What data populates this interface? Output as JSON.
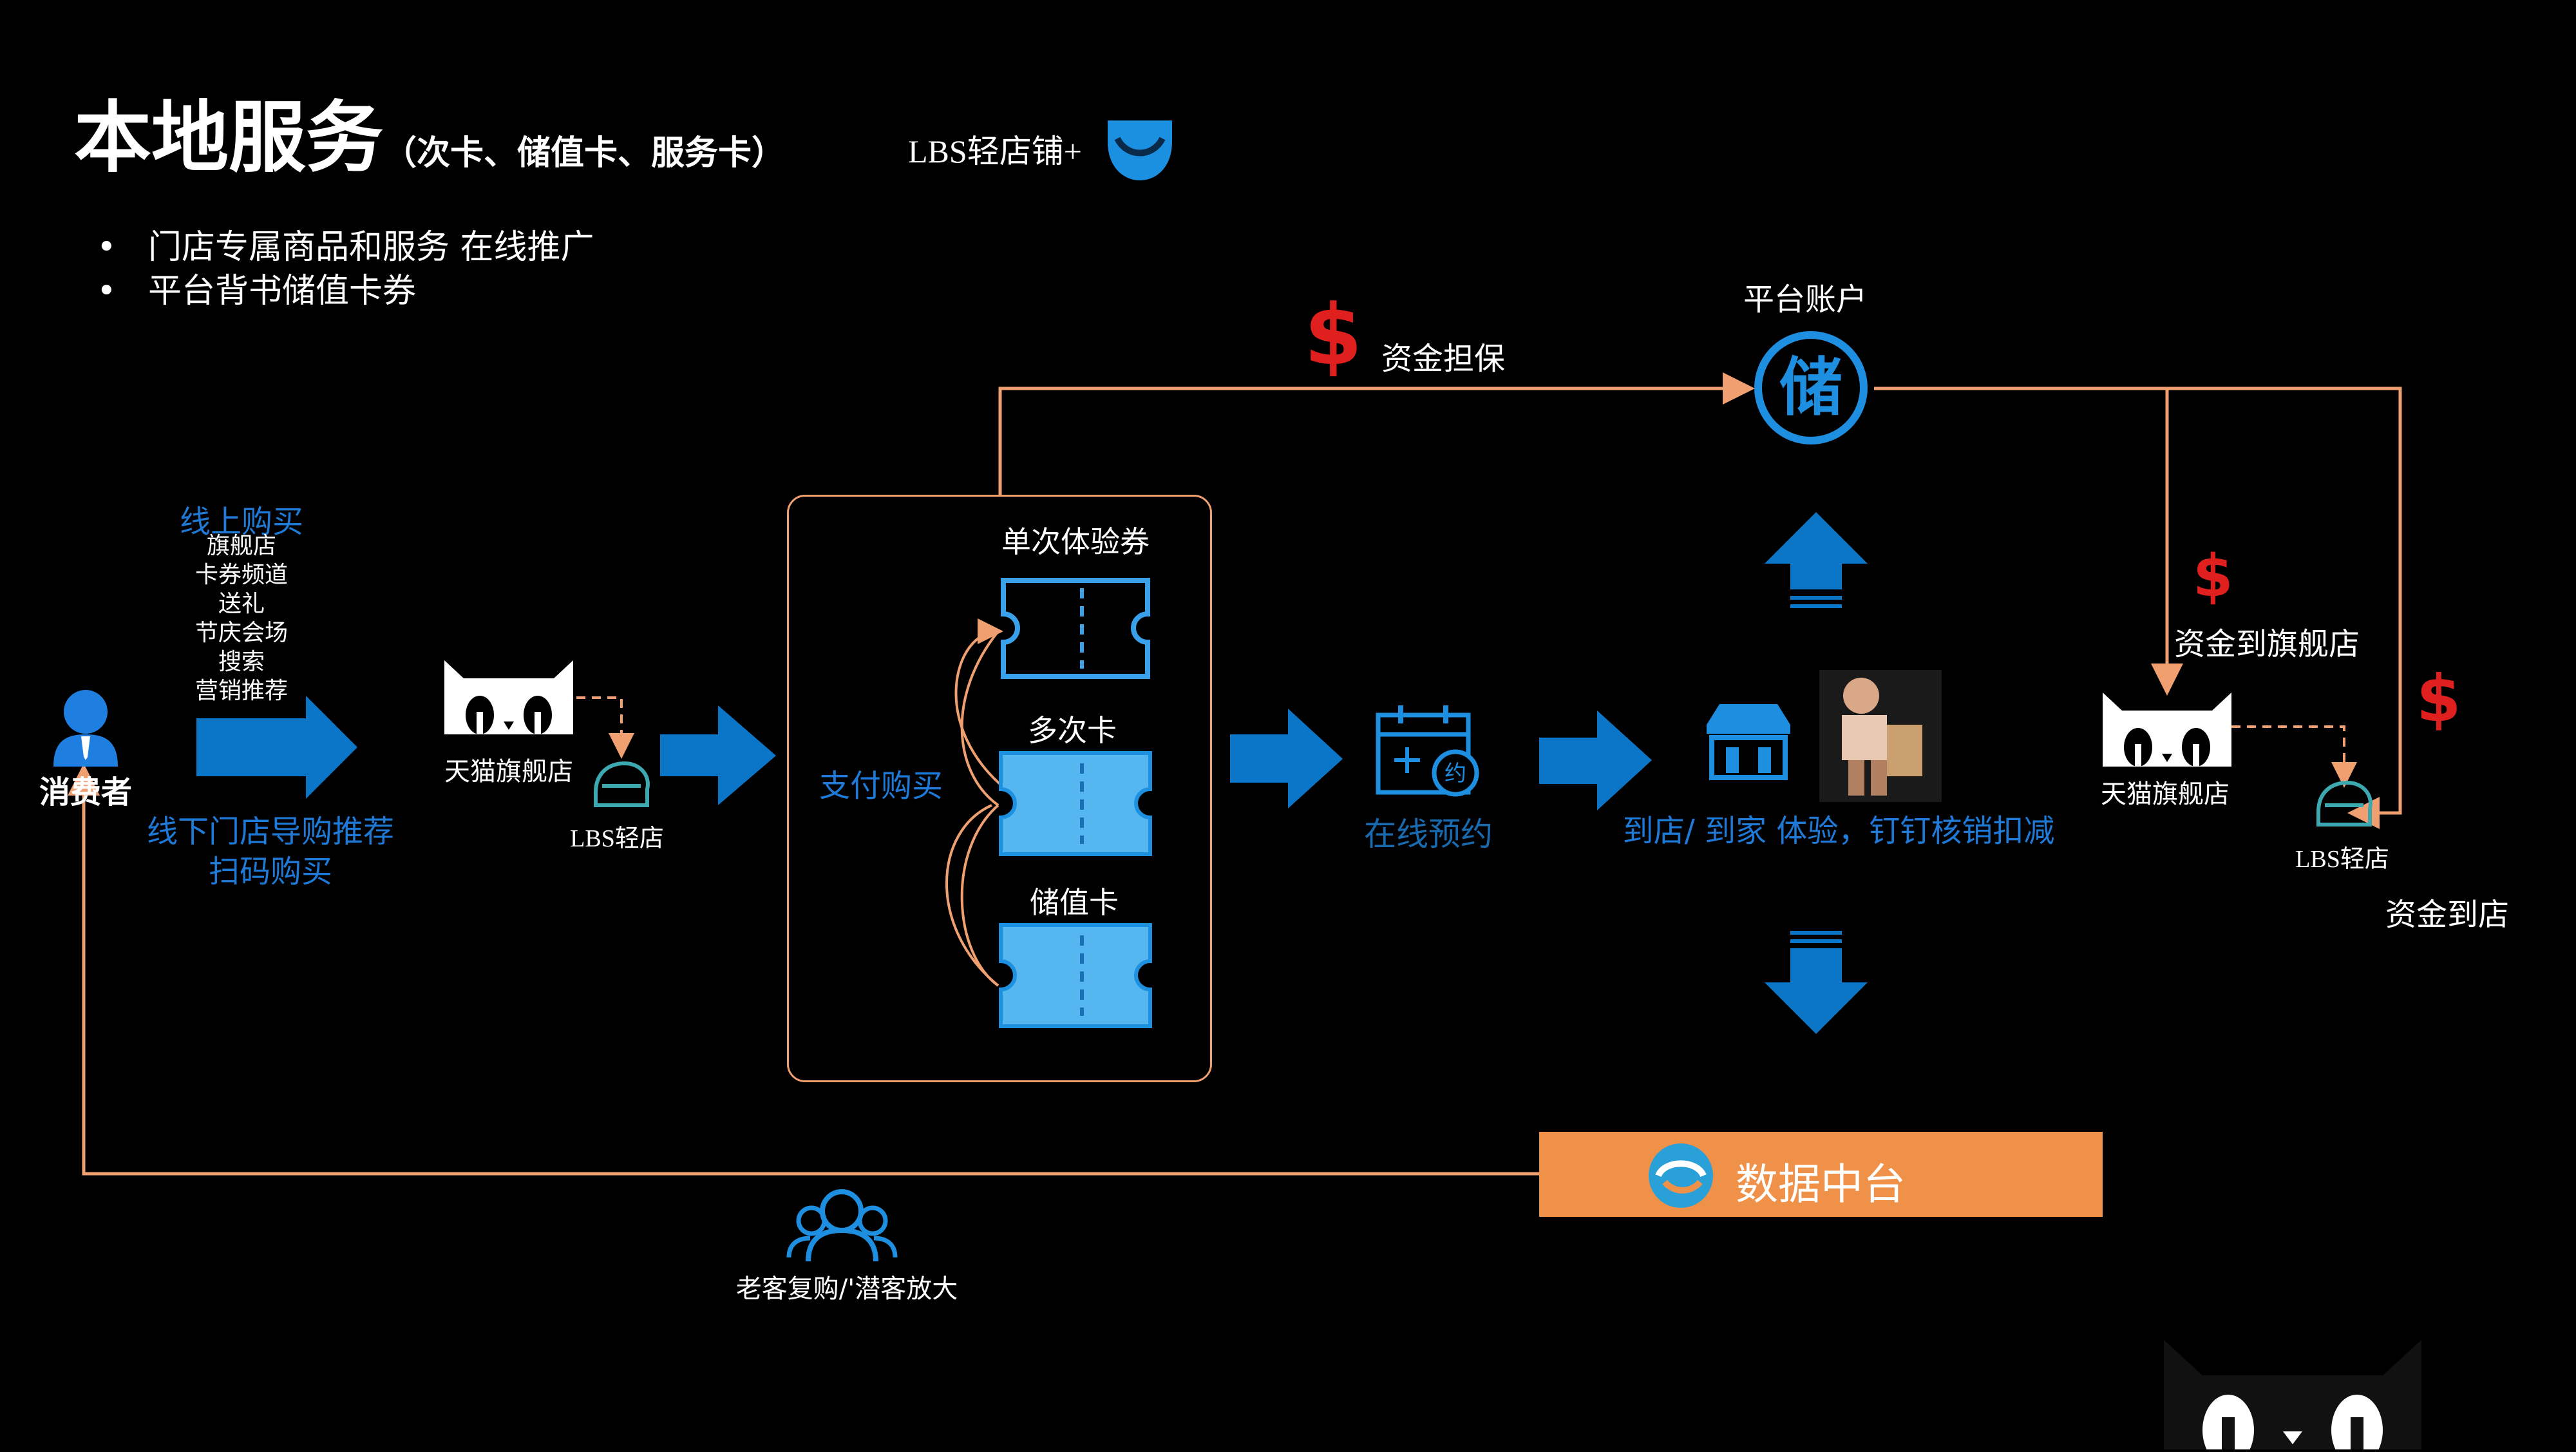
{
  "title": {
    "main": "本地服务",
    "sub": "（次卡、储值卡、服务卡）",
    "lbs_plus": "LBS轻店铺+"
  },
  "bullets": [
    "门店专属商品和服务 在线推广",
    "平台背书储值卡券"
  ],
  "consumer": {
    "label": "消费者",
    "online_heading": "线上购买",
    "online_channels": [
      "旗舰店",
      "卡券频道",
      "送礼",
      "节庆会场",
      "搜索",
      "营销推荐"
    ],
    "offline_lines": [
      "线下门店导购推荐",
      "扫码购买"
    ]
  },
  "stores": {
    "tmall_label": "天猫旗舰店",
    "lbs_label": "LBS轻店"
  },
  "payment": {
    "label": "支付购买",
    "cards": [
      "单次体验券",
      "多次卡",
      "储值卡"
    ]
  },
  "booking": {
    "label": "在线预约"
  },
  "fulfillment": {
    "label": "到店/ 到家 体验，钉钉核销扣减"
  },
  "account": {
    "label": "平台账户",
    "char": "储",
    "guarantee": "资金担保"
  },
  "settlement": {
    "to_flagship": "资金到旗舰店",
    "to_store": "资金到店",
    "tmall_label": "天猫旗舰店",
    "lbs_label": "LBS轻店"
  },
  "data_platform": {
    "label": "数据中台"
  },
  "repurchase": {
    "label": "老客复购/'潜客放大"
  },
  "colors": {
    "background": "#000000",
    "blue_arrow": "#0b76c8",
    "blue_text": "#1e7ad6",
    "line_orange": "#f0a070",
    "orange_box": "#f0914a",
    "dollar_red": "#e0201e",
    "card_light": "#55b6f0"
  }
}
